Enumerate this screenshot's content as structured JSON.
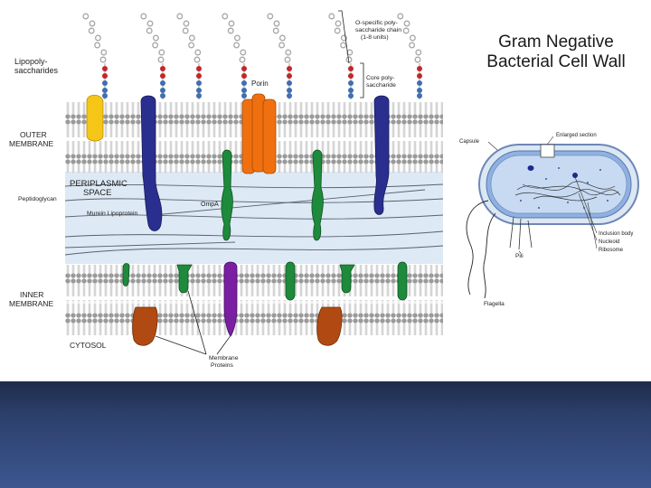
{
  "title": {
    "line1": "Gram Negative",
    "line2": "Bacterial Cell Wall"
  },
  "labels": {
    "lps_line1": "Lipopoly-",
    "lps_line2": "saccharides",
    "o_chain_line1": "O-specific poly-",
    "o_chain_line2": "saccharide chain",
    "o_chain_line3": "(1-8 units)",
    "core_line1": "Core poly-",
    "core_line2": "saccharide",
    "porin": "Porin",
    "outer_line1": "OUTER",
    "outer_line2": "MEMBRANE",
    "periplasmic_line1": "PERIPLASMIC",
    "periplasmic_line2": "SPACE",
    "peptidoglycan": "Peptidoglycan",
    "murein": "Murein Lipoprotein",
    "ompa": "OmpA",
    "inner_line1": "INNER",
    "inner_line2": "MEMBRANE",
    "cytosol": "CYTOSOL",
    "membrane_proteins_line1": "Membrane",
    "membrane_proteins_line2": "Proteins"
  },
  "cell_labels": {
    "enlarged_section": "Enlarged section",
    "capsule": "Capsule",
    "inclusion_body": "Inclusion body",
    "nucleoid": "Nucleoid",
    "ribosome": "Ribosome",
    "pili": "Pili",
    "flagella": "Flagella"
  },
  "colors": {
    "lps_red": "#c0282a",
    "lps_blue": "#3f6fb0",
    "porin": "#f07010",
    "transmembrane": "#2a2f8f",
    "ompa": "#1e8a3c",
    "purple_protein": "#7a1fa2",
    "brown_protein": "#b14a12",
    "yellow_protein": "#f5c518",
    "periplasm": "#dde9f4",
    "lipid_head": "#9a9a9a"
  }
}
